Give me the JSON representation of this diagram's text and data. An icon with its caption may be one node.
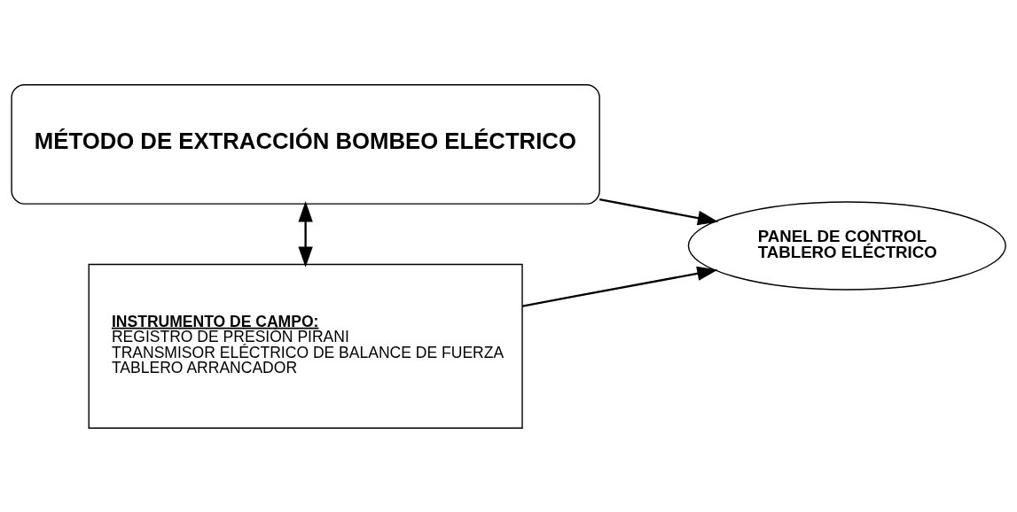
{
  "diagram": {
    "nodes": [
      {
        "text": [
          "MÉTODO DE EXTRACCIÓN BOMBEO ELÉCTRICO"
        ]
      },
      {
        "text": [
          "PANEL DE CONTROL",
          "TABLERO ELÉCTRICO"
        ]
      },
      {
        "text": [
          "INSTRUMENTO DE CAMPO:",
          "REGISTRO DE PRESIÓN PIRANI",
          "TRANSMISOR ELÉCTRICO DE BALANCE DE FUERZA",
          "TABLERO ARRANCADOR"
        ]
      }
    ],
    "edges": [
      {
        "from": 0,
        "to": 1,
        "arrow": "to"
      },
      {
        "from": 2,
        "to": 1,
        "arrow": "to"
      },
      {
        "from": 0,
        "to": 2,
        "arrow": "both"
      }
    ]
  }
}
